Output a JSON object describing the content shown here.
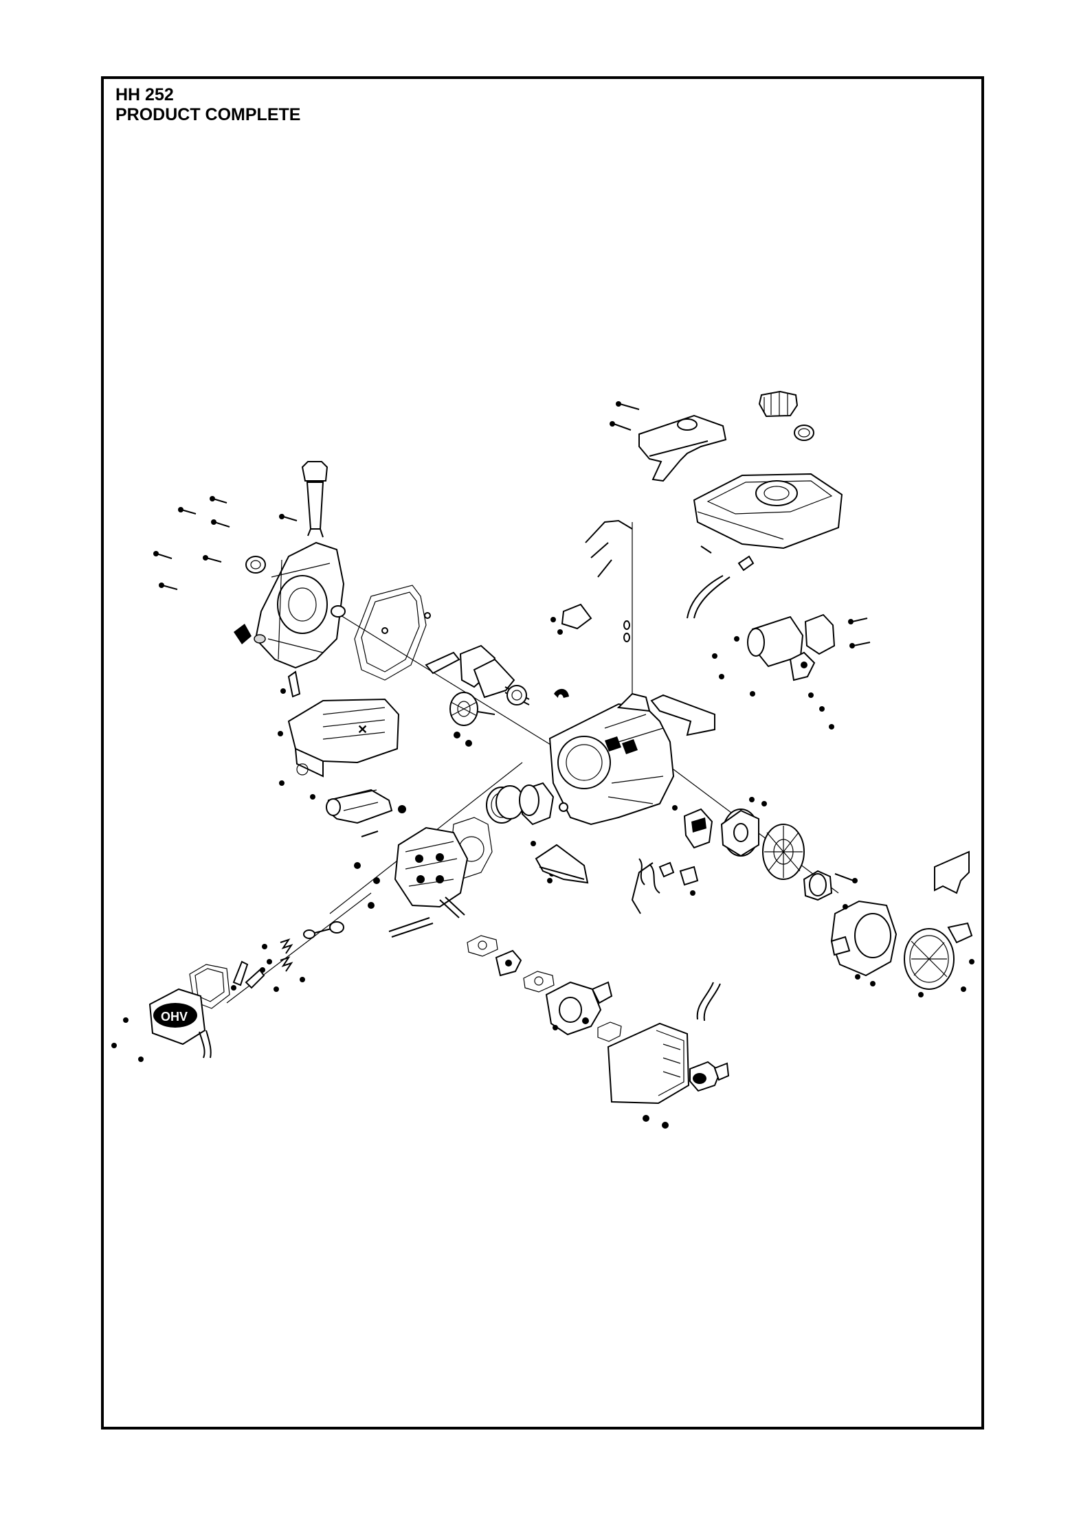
{
  "document": {
    "model": "HH 252",
    "title": "PRODUCT COMPLETE"
  },
  "drawing": {
    "logo_text": "OHV",
    "line_color": "#000000",
    "background": "#ffffff"
  }
}
